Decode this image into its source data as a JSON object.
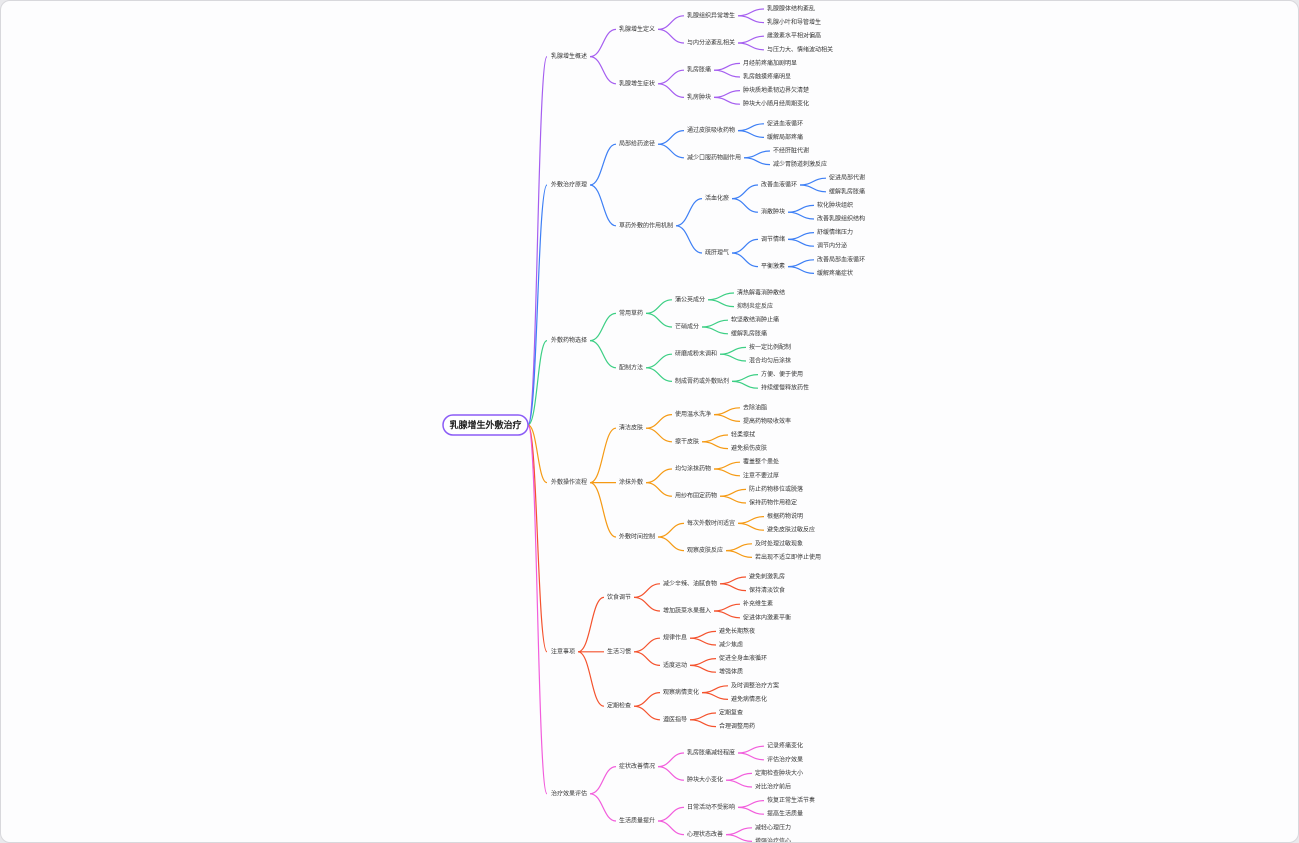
{
  "mindmap": {
    "root": {
      "label": "乳腺增生外敷治疗",
      "border_color": "#8b5cf6",
      "children": [
        {
          "label": "乳腺增生概述",
          "color": "#a55ef0",
          "children": [
            {
              "label": "乳腺增生定义",
              "children": [
                {
                  "label": "乳腺组织异常增生",
                  "children": [
                    {
                      "label": "乳腺腺体结构紊乱"
                    },
                    {
                      "label": "乳腺小叶和导管增生"
                    }
                  ]
                },
                {
                  "label": "与内分泌紊乱相关",
                  "children": [
                    {
                      "label": "雌激素水平相对偏高"
                    },
                    {
                      "label": "与压力大、情绪波动相关"
                    }
                  ]
                }
              ]
            },
            {
              "label": "乳腺增生症状",
              "children": [
                {
                  "label": "乳房胀痛",
                  "children": [
                    {
                      "label": "月经前疼痛加剧明显"
                    },
                    {
                      "label": "乳房触摸疼痛明显"
                    }
                  ]
                },
                {
                  "label": "乳房肿块",
                  "children": [
                    {
                      "label": "肿块质地柔韧边界欠清楚"
                    },
                    {
                      "label": "肿块大小随月经周期变化"
                    }
                  ]
                }
              ]
            }
          ]
        },
        {
          "label": "外敷治疗原理",
          "color": "#3d7ff5",
          "children": [
            {
              "label": "局部给药途径",
              "children": [
                {
                  "label": "通过皮肤吸收药物",
                  "children": [
                    {
                      "label": "促进血液循环"
                    },
                    {
                      "label": "缓解局部疼痛"
                    }
                  ]
                },
                {
                  "label": "减少口服药物副作用",
                  "children": [
                    {
                      "label": "不经肝脏代谢"
                    },
                    {
                      "label": "减少胃肠道刺激反应"
                    }
                  ]
                }
              ]
            },
            {
              "label": "草药外敷的作用机制",
              "children": [
                {
                  "label": "活血化瘀",
                  "children": [
                    {
                      "label": "改善血液循环",
                      "children": [
                        {
                          "label": "促进局部代谢"
                        },
                        {
                          "label": "缓解乳房胀痛"
                        }
                      ]
                    },
                    {
                      "label": "消散肿块",
                      "children": [
                        {
                          "label": "软化肿块组织"
                        },
                        {
                          "label": "改善乳腺组织结构"
                        }
                      ]
                    }
                  ]
                },
                {
                  "label": "疏肝理气",
                  "children": [
                    {
                      "label": "调节情绪",
                      "children": [
                        {
                          "label": "舒缓情绪压力"
                        },
                        {
                          "label": "调节内分泌"
                        }
                      ]
                    },
                    {
                      "label": "平衡激素",
                      "children": [
                        {
                          "label": "改善局部血液循环"
                        },
                        {
                          "label": "缓解疼痛症状"
                        }
                      ]
                    }
                  ]
                }
              ]
            }
          ]
        },
        {
          "label": "外敷药物选择",
          "color": "#3ccf84",
          "children": [
            {
              "label": "常用草药",
              "children": [
                {
                  "label": "蒲公英成分",
                  "children": [
                    {
                      "label": "清热解毒消肿散结"
                    },
                    {
                      "label": "抑制炎症反应"
                    }
                  ]
                },
                {
                  "label": "芒硝成分",
                  "children": [
                    {
                      "label": "软坚散结消肿止痛"
                    },
                    {
                      "label": "缓解乳房胀痛"
                    }
                  ]
                }
              ]
            },
            {
              "label": "配制方法",
              "children": [
                {
                  "label": "研磨成粉末调和",
                  "children": [
                    {
                      "label": "按一定比例配制"
                    },
                    {
                      "label": "混合均匀后涂抹"
                    }
                  ]
                },
                {
                  "label": "制成膏药或外敷贴剂",
                  "children": [
                    {
                      "label": "方便、便于使用"
                    },
                    {
                      "label": "持续缓慢释放药性"
                    }
                  ]
                }
              ]
            }
          ]
        },
        {
          "label": "外敷操作流程",
          "color": "#f59a14",
          "children": [
            {
              "label": "清洁皮肤",
              "children": [
                {
                  "label": "使用温水洗净",
                  "children": [
                    {
                      "label": "去除油脂"
                    },
                    {
                      "label": "提高药物吸收效率"
                    }
                  ]
                },
                {
                  "label": "擦干皮肤",
                  "children": [
                    {
                      "label": "轻柔擦拭"
                    },
                    {
                      "label": "避免损伤皮肤"
                    }
                  ]
                }
              ]
            },
            {
              "label": "涂抹外敷",
              "children": [
                {
                  "label": "均匀涂抹药物",
                  "children": [
                    {
                      "label": "覆盖整个患处"
                    },
                    {
                      "label": "注意不要过厚"
                    }
                  ]
                },
                {
                  "label": "用纱布固定药物",
                  "children": [
                    {
                      "label": "防止药物移位或脱落"
                    },
                    {
                      "label": "保持药物作用稳定"
                    }
                  ]
                }
              ]
            },
            {
              "label": "外敷时间控制",
              "children": [
                {
                  "label": "每次外敷时间适宜",
                  "children": [
                    {
                      "label": "根据药物说明"
                    },
                    {
                      "label": "避免皮肤过敏反应"
                    }
                  ]
                },
                {
                  "label": "观察皮肤反应",
                  "children": [
                    {
                      "label": "及时处理过敏现象"
                    },
                    {
                      "label": "若出现不适立即停止使用"
                    }
                  ]
                }
              ]
            }
          ]
        },
        {
          "label": "注意事项",
          "color": "#f4522d",
          "children": [
            {
              "label": "饮食调节",
              "children": [
                {
                  "label": "减少辛辣、油腻食物",
                  "children": [
                    {
                      "label": "避免刺激乳房"
                    },
                    {
                      "label": "保持清淡饮食"
                    }
                  ]
                },
                {
                  "label": "增加蔬菜水果摄入",
                  "children": [
                    {
                      "label": "补充维生素"
                    },
                    {
                      "label": "促进体内激素平衡"
                    }
                  ]
                }
              ]
            },
            {
              "label": "生活习惯",
              "children": [
                {
                  "label": "规律作息",
                  "children": [
                    {
                      "label": "避免长期熬夜"
                    },
                    {
                      "label": "减少焦虑"
                    }
                  ]
                },
                {
                  "label": "适度运动",
                  "children": [
                    {
                      "label": "促进全身血液循环"
                    },
                    {
                      "label": "增强体质"
                    }
                  ]
                }
              ]
            },
            {
              "label": "定期检查",
              "children": [
                {
                  "label": "观察病情变化",
                  "children": [
                    {
                      "label": "及时调整治疗方案"
                    },
                    {
                      "label": "避免病情恶化"
                    }
                  ]
                },
                {
                  "label": "遵医指导",
                  "children": [
                    {
                      "label": "定期复查"
                    },
                    {
                      "label": "合理调整用药"
                    }
                  ]
                }
              ]
            }
          ]
        },
        {
          "label": "治疗效果评估",
          "color": "#f25ddc",
          "children": [
            {
              "label": "症状改善情况",
              "children": [
                {
                  "label": "乳房胀痛减轻程度",
                  "children": [
                    {
                      "label": "记录疼痛变化"
                    },
                    {
                      "label": "评估治疗效果"
                    }
                  ]
                },
                {
                  "label": "肿块大小变化",
                  "children": [
                    {
                      "label": "定期检查肿块大小"
                    },
                    {
                      "label": "对比治疗前后"
                    }
                  ]
                }
              ]
            },
            {
              "label": "生活质量提升",
              "children": [
                {
                  "label": "日常活动不受影响",
                  "children": [
                    {
                      "label": "恢复正常生活节奏"
                    },
                    {
                      "label": "提高生活质量"
                    }
                  ]
                },
                {
                  "label": "心理状态改善",
                  "children": [
                    {
                      "label": "减轻心理压力"
                    },
                    {
                      "label": "增强治疗信心"
                    }
                  ]
                }
              ]
            }
          ]
        }
      ]
    }
  }
}
